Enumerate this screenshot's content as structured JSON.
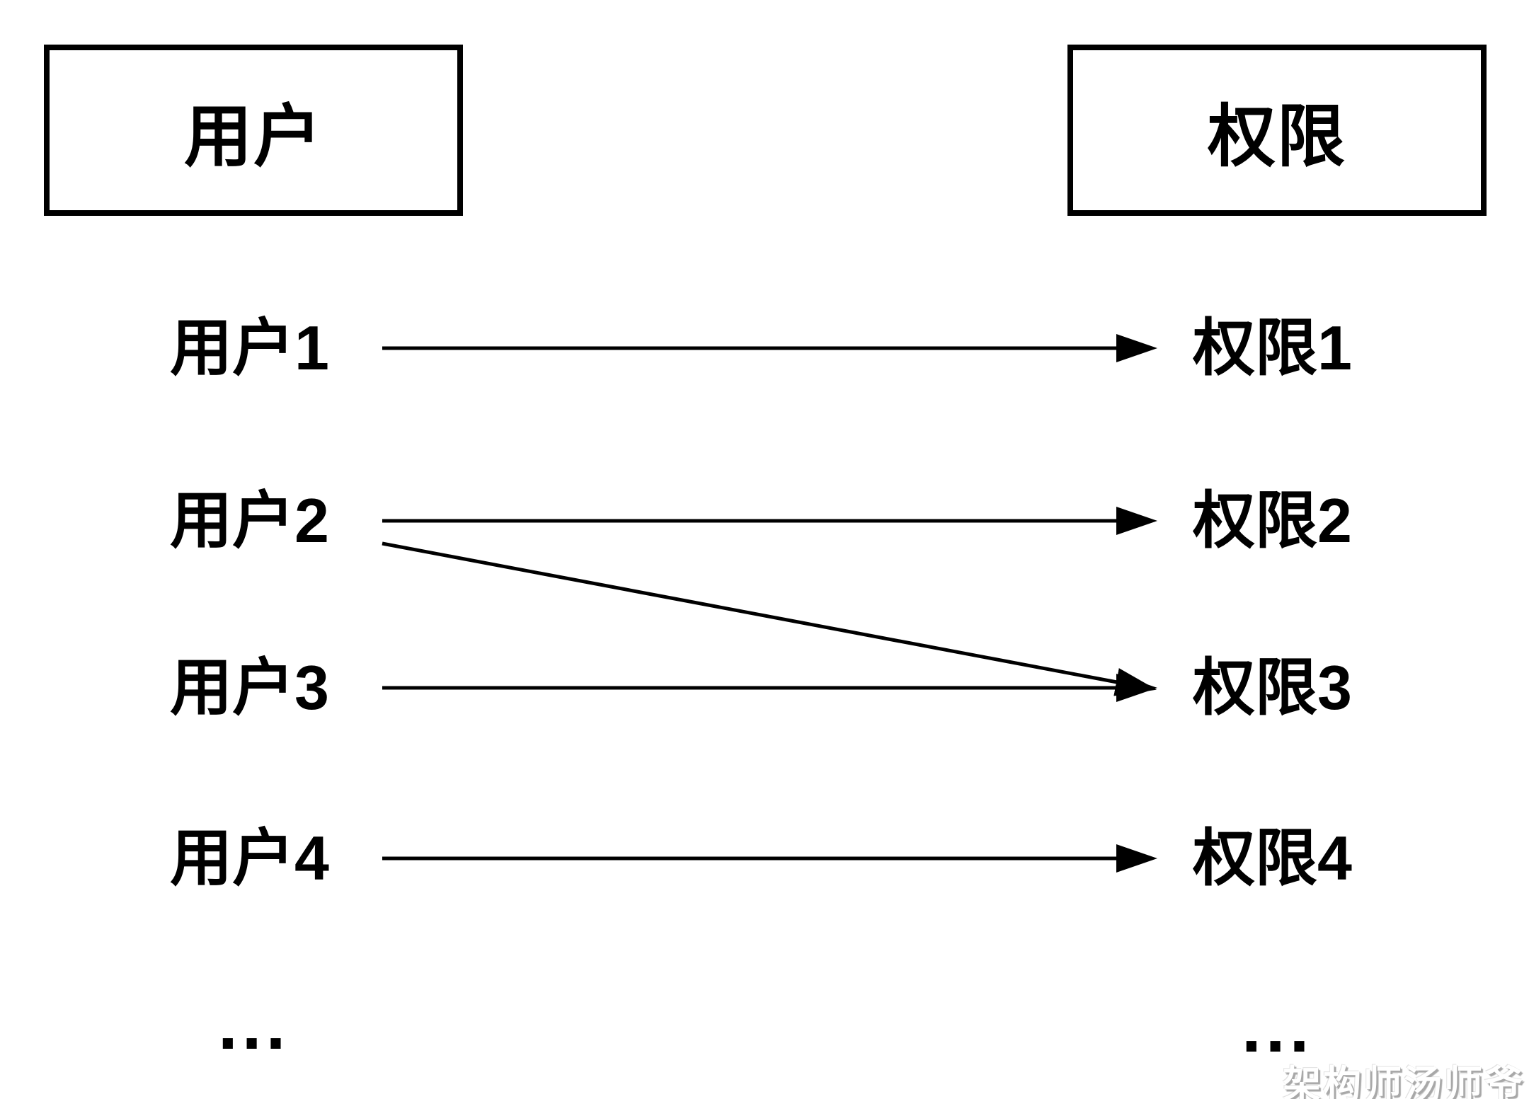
{
  "diagram": {
    "left_header": "用户",
    "right_header": "权限",
    "left_items": [
      {
        "label": "用户1"
      },
      {
        "label": "用户2"
      },
      {
        "label": "用户3"
      },
      {
        "label": "用户4"
      }
    ],
    "right_items": [
      {
        "label": "权限1"
      },
      {
        "label": "权限2"
      },
      {
        "label": "权限3"
      },
      {
        "label": "权限4"
      }
    ],
    "edges": [
      {
        "from_index": 0,
        "to_index": 0
      },
      {
        "from_index": 1,
        "to_index": 1
      },
      {
        "from_index": 1,
        "to_index": 2
      },
      {
        "from_index": 2,
        "to_index": 2
      },
      {
        "from_index": 3,
        "to_index": 3
      }
    ],
    "left_ellipsis": "...",
    "right_ellipsis": "...",
    "watermark": "架构师汤师爷",
    "colors": {
      "line": "#000000",
      "text": "#000000",
      "background": "#ffffff",
      "watermark_shadow": "#a8a8a8"
    }
  }
}
